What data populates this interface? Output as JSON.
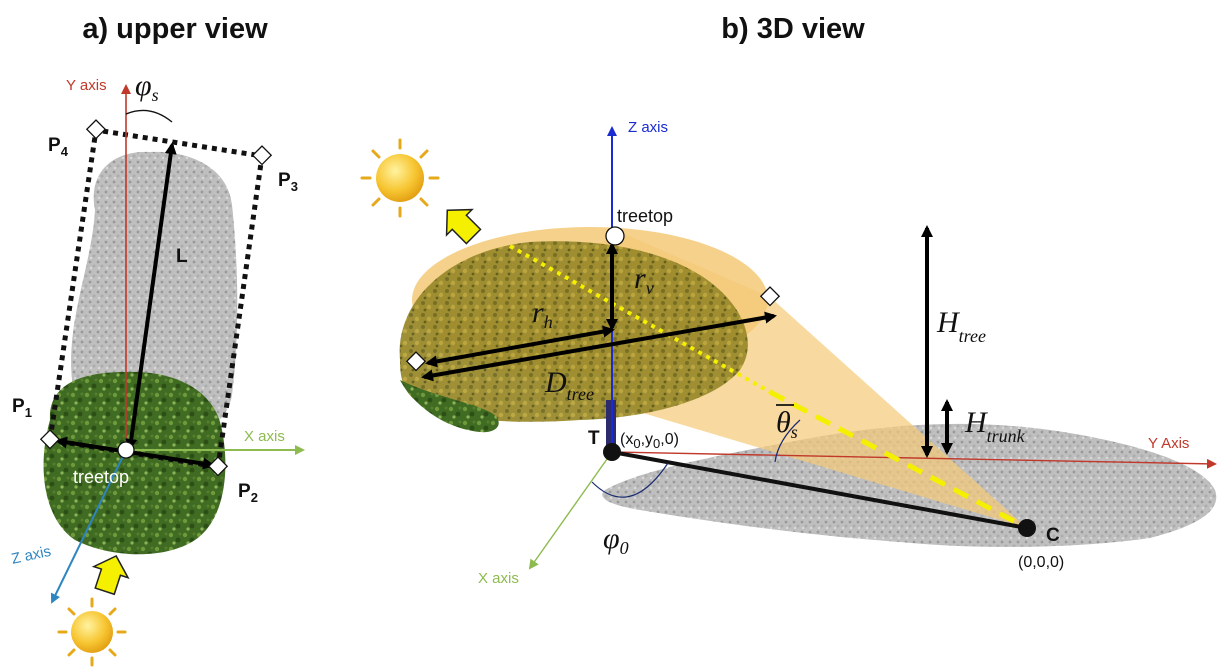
{
  "titles": {
    "upper_view": "a) upper view",
    "view_3d": "b) 3D view"
  },
  "upper_view": {
    "y_axis": "Y axis",
    "x_axis": "X axis",
    "z_axis": "Z axis",
    "phi": "φ",
    "phi_sub": "s",
    "length": "L",
    "treetop": "treetop",
    "p1": "P",
    "p1_sub": "1",
    "p2": "P",
    "p2_sub": "2",
    "p3": "P",
    "p3_sub": "3",
    "p4": "P",
    "p4_sub": "4"
  },
  "view_3d": {
    "z_axis": "Z axis",
    "y_axis": "Y Axis",
    "x_axis": "X axis",
    "treetop": "treetop",
    "rv": "r",
    "rv_sub": "v",
    "rh": "r",
    "rh_sub": "h",
    "dtree": "D",
    "dtree_sub": "tree",
    "htree": "H",
    "htree_sub": "tree",
    "htrunk": "H",
    "htrunk_sub": "trunk",
    "theta": "θ",
    "theta_sub": "s",
    "phi0": "φ",
    "phi0_sub": "0",
    "point_t": "T",
    "t_coord_open": "(x",
    "t_coord_0a": "0",
    "t_coord_mid": ",y",
    "t_coord_0b": "0",
    "t_coord_close": ",0)",
    "point_c": "C",
    "c_coord": "(0,0,0)"
  },
  "colors": {
    "y_axis": "#c0392b",
    "x_axis": "#8dbb4f",
    "z_axis_upper": "#2e86c1",
    "z_axis_3d": "#1a2bd1",
    "shadow_cone": "#f5c978",
    "sun": "#f7c531",
    "arrow": "#f5f000"
  }
}
